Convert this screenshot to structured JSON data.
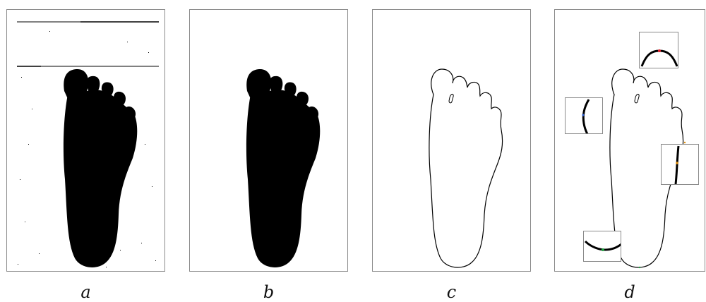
{
  "figure": {
    "panels": [
      {
        "id": "a",
        "caption": "a",
        "content": "binarized-scan"
      },
      {
        "id": "b",
        "caption": "b",
        "content": "cleaned-silhouette"
      },
      {
        "id": "c",
        "caption": "c",
        "content": "extracted-contour"
      },
      {
        "id": "d",
        "caption": "d",
        "content": "contour-with-insets"
      }
    ],
    "inset_markers": [
      {
        "name": "top-inset",
        "color": "#e0202a"
      },
      {
        "name": "left-inset",
        "color": "#3060d0"
      },
      {
        "name": "right-inset",
        "color": "#e09010"
      },
      {
        "name": "bottom-inset",
        "color": "#20a040"
      }
    ]
  }
}
